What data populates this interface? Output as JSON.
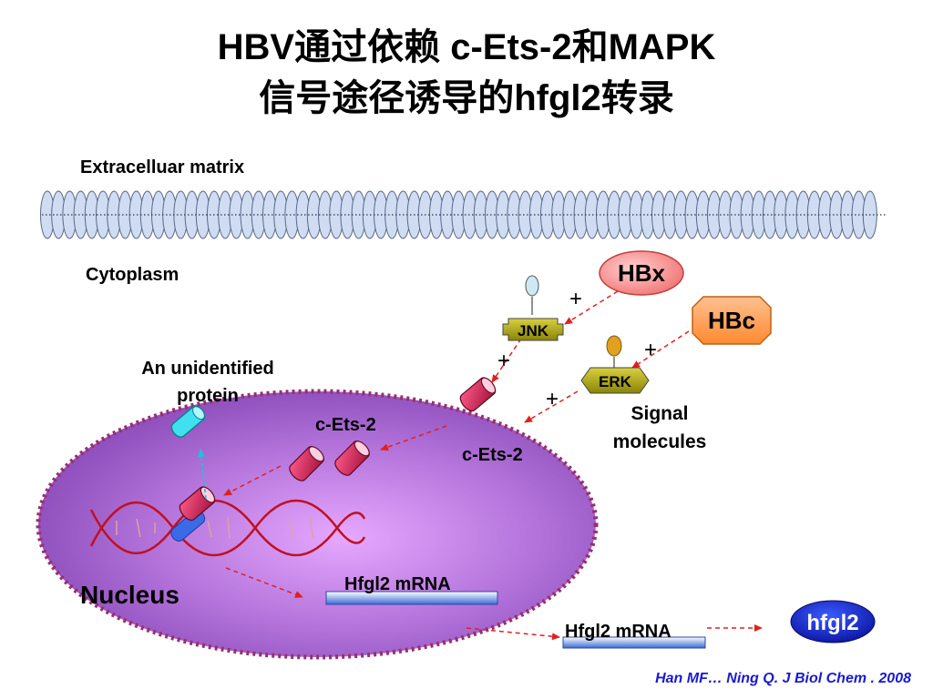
{
  "title": {
    "line1": "HBV通过依赖 c-Ets-2和MAPK",
    "line2": "信号途径诱导的hfgl2转录"
  },
  "labels": {
    "extracellular": "Extracelluar matrix",
    "cytoplasm": "Cytoplasm",
    "unidentified_line1": "An unidentified",
    "unidentified_line2": "protein",
    "cets2_inner": "c-Ets-2",
    "cets2_outer": "c-Ets-2",
    "signal_line1": "Signal",
    "signal_line2": "molecules",
    "nucleus": "Nucleus",
    "mrna_inner": "Hfgl2 mRNA",
    "mrna_outer": "Hfgl2 mRNA"
  },
  "nodes": {
    "hbx": "HBx",
    "hbc": "HBc",
    "jnk": "JNK",
    "erk": "ERK",
    "hfgl2": "hfgl2"
  },
  "signs": {
    "plus_hbx_jnk": "+",
    "plus_hbc_erk": "+",
    "plus_jnk_cets": "+",
    "plus_erk_cets": "+"
  },
  "citation": "Han MF… Ning Q. J Biol Chem . 2008",
  "colors": {
    "membrane_fill": "#cfdcf2",
    "nucleus_fill": "#b070d8",
    "nucleus_border": "#9a2e6e",
    "hbx_fill": "#f08a8a",
    "hbc_fill": "#ff9a50",
    "kinase_fill": "#a8a010",
    "cets_fill": "#c0184a",
    "dna": "#c01020",
    "hfgl2_fill": "#1428c8",
    "arrow": "#e02020"
  }
}
